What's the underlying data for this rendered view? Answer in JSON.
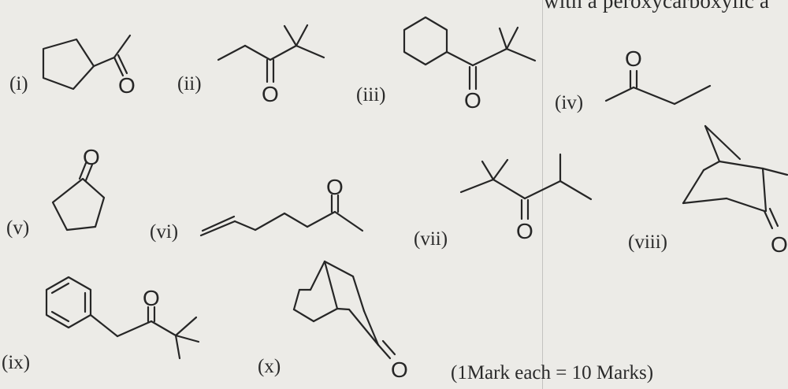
{
  "header": {
    "fragment": "with a peroxycarboxylic a"
  },
  "compounds": [
    {
      "label": "(i)"
    },
    {
      "label": "(ii)"
    },
    {
      "label": "(iii)"
    },
    {
      "label": "(iv)"
    },
    {
      "label": "(v)"
    },
    {
      "label": "(vi)"
    },
    {
      "label": "(vii)"
    },
    {
      "label": "(viii)"
    },
    {
      "label": "(ix)"
    },
    {
      "label": "(x)"
    }
  ],
  "atom_symbol": "O",
  "marks_note": "(1Mark each = 10 Marks)"
}
